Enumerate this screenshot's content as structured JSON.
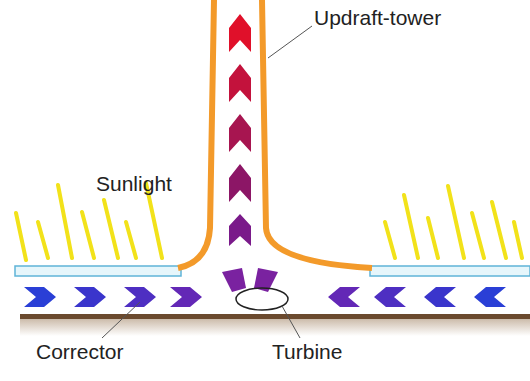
{
  "diagram": {
    "labels": [
      "Updraft-tower",
      "Sunlight",
      "Corrector",
      "Turbine"
    ]
  }
}
